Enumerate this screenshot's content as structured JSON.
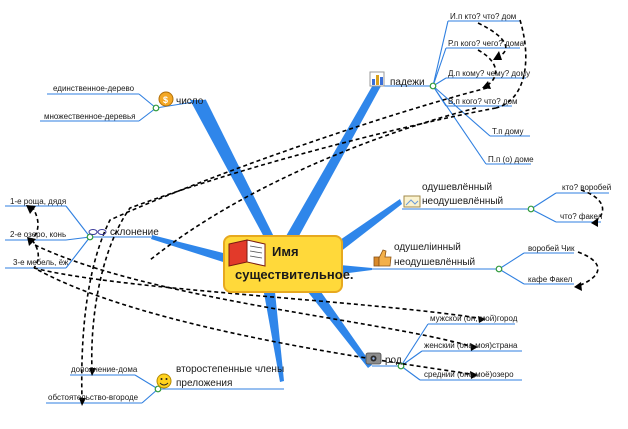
{
  "central": {
    "line1": "Имя",
    "line2": "существительное."
  },
  "icons": {
    "central": "open-book-icon",
    "chislo": "dollar-coin-icon",
    "padezhi": "bar-chart-icon",
    "odush1": "envelope-image-icon",
    "odush2": "thumbs-up-icon",
    "sklonenie": "glasses-icon",
    "rod": "camera-icon",
    "vtor": "smiley-icon"
  },
  "colors": {
    "branch": "#2f86ea",
    "central_fill": "#ffd93a",
    "central_border": "#e7a91f",
    "node_ring": "#2f9a3a"
  },
  "branches": {
    "chislo": {
      "label": "число",
      "items": [
        "единственное-дерево",
        "множественное-деревья"
      ]
    },
    "padezhi": {
      "label": "падежи",
      "items": [
        "И.п кто? что? дом",
        "Р.п кого? чего? дома",
        "Д.п кому? чему? дому",
        "В.п кого? что? дом",
        "Т.п дому",
        "П.п (о) доме"
      ]
    },
    "odush1": {
      "line1": "одушевлённый",
      "line2": "неодушевлённый",
      "items": [
        "кто? воробей",
        "что? факел"
      ]
    },
    "odush2": {
      "line1": "одушеліинный",
      "line2": "неодушевлённый",
      "items": [
        "воробей Чик",
        "кафе Факел"
      ]
    },
    "sklonenie": {
      "label": "склонение",
      "items": [
        "1-е роща, дядя",
        "2-е озеро, конь",
        "3-е мебель, ёж"
      ]
    },
    "rod": {
      "label": "род",
      "items": [
        "мужской (он, мой)город",
        "женский (она,моя)страна",
        "средний (оно,моё)озеро"
      ]
    },
    "vtor": {
      "line1": "второстепенные члены",
      "line2": "преложения",
      "items": [
        "дополнение-дома",
        "обстоятельство-вгороде"
      ]
    }
  }
}
